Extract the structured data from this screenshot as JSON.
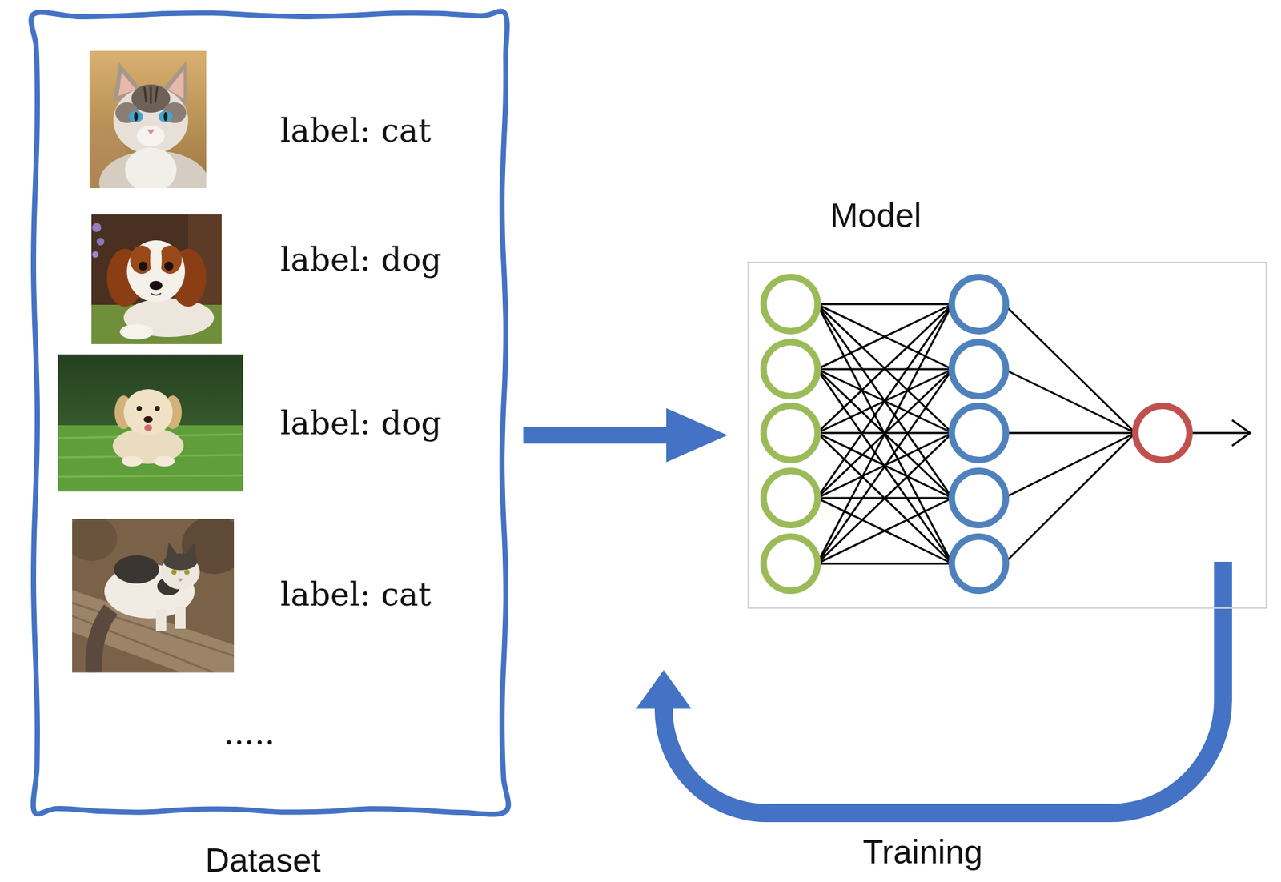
{
  "diagram": {
    "nodes": [
      {
        "text": [
          "Dataset"
        ]
      },
      {
        "text": [
          "Model"
        ]
      }
    ],
    "edges": [
      {
        "from": 0,
        "to": 1,
        "arrow": "to"
      }
    ],
    "labels": [
      "label: cat",
      "label: dog",
      "label: dog",
      "label: cat",
      ".....",
      "Training"
    ]
  }
}
